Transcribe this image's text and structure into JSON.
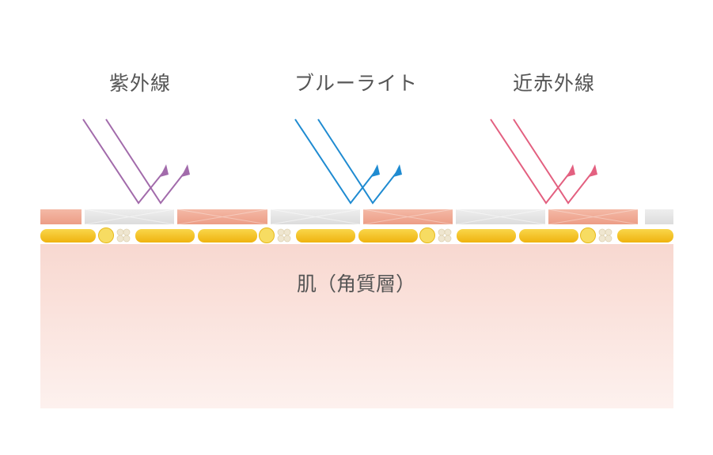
{
  "labels": {
    "uv": "紫外線",
    "blue_light": "ブルーライト",
    "near_infrared": "近赤外線",
    "skin": "肌（角質層）"
  },
  "colors": {
    "uv": "#a26bab",
    "blue_light": "#1f8bd1",
    "near_infrared": "#e36080",
    "skin_top": "#f8d8d0",
    "skin_bottom": "#fdf1ee",
    "cell_salmon": "#f0ab97",
    "cell_gray": "#e6e6e6",
    "lipid_yellow": "#f4c21c",
    "lipid_cream": "#efe6d0"
  }
}
